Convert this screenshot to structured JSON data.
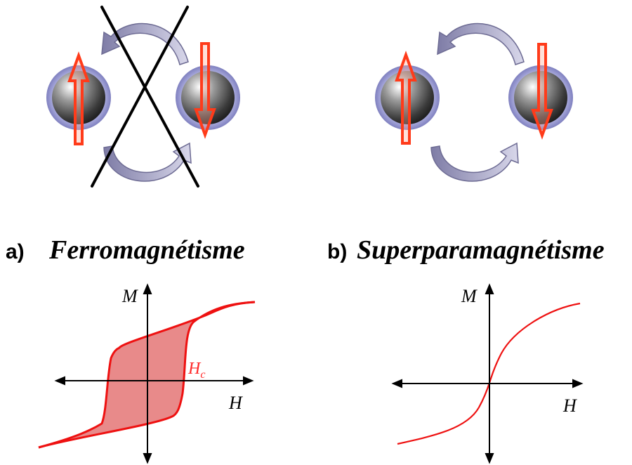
{
  "panel_a": {
    "letter": "a)",
    "title": "Ferromagnétisme",
    "axis_y": "M",
    "axis_x": "H",
    "coercive_label": "H",
    "coercive_subscript": "c"
  },
  "panel_b": {
    "letter": "b)",
    "title": "Superparamagnétisme",
    "axis_y": "M",
    "axis_x": "H"
  },
  "colors": {
    "spin_arrow": "#ff3b1a",
    "curve": "#ee1111",
    "loop_fill": "#e88a8a",
    "sphere": "#8f90c8",
    "swap_arrow": "#a6a4c4"
  },
  "icons": [
    "atom-sphere-icon",
    "spin-up-arrow-icon",
    "spin-down-arrow-icon",
    "curved-exchange-arrow-icon",
    "cross-out-icon"
  ]
}
